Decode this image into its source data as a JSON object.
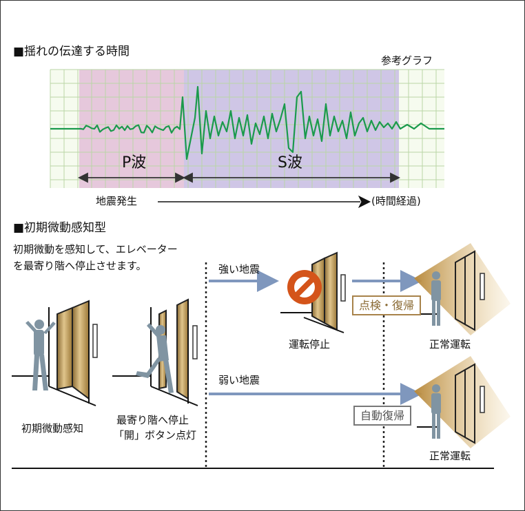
{
  "section1": {
    "title": "■揺れの伝達する時間",
    "graph_note": "参考グラフ",
    "p_wave": "P波",
    "s_wave": "S波",
    "timeline_start": "地震発生",
    "timeline_end": "(時間経過)"
  },
  "section2": {
    "title": "■初期微動感知型",
    "description_line1": "初期微動を感知して、エレベーター",
    "description_line2": "を最寄り階へ停止させます。",
    "step1_label": "初期微動感知",
    "step2_label_line1": "最寄り階へ停止",
    "step2_label_line2": "「開」ボタン点灯",
    "strong_quake": "強い地震",
    "weak_quake": "弱い地震",
    "stop_label": "運転停止",
    "inspect_restore": "点検・復帰",
    "auto_restore": "自動復帰",
    "normal_op_top": "正常運転",
    "normal_op_bottom": "正常運転"
  },
  "colors": {
    "p_zone": "#e6c8dc",
    "s_zone": "#cfc6e6",
    "grid": "#b9d6a6",
    "wave": "#1a9a4c",
    "arrow_blue": "#7f97bd",
    "door_gold": "#b8934e",
    "person": "#8094a2",
    "stop_red": "#d4541a",
    "inspect_border": "#a78249",
    "auto_border": "#777777"
  }
}
